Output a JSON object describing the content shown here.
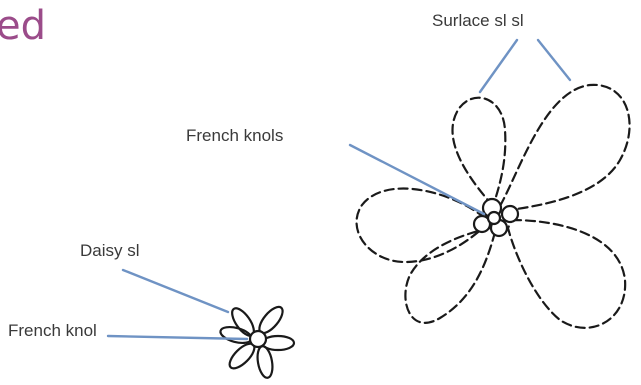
{
  "title_fragment": "ed",
  "labels": {
    "surface_stitch": "Surlace sl sl",
    "french_knots": "French knols",
    "daisy_stitch": "Daisy sl",
    "french_knot": "French knol"
  },
  "colors": {
    "title": "#9b4c8a",
    "leader_lines": "#6f93c4",
    "outline": "#1a1a1a",
    "label_text": "#3a3a3a"
  }
}
